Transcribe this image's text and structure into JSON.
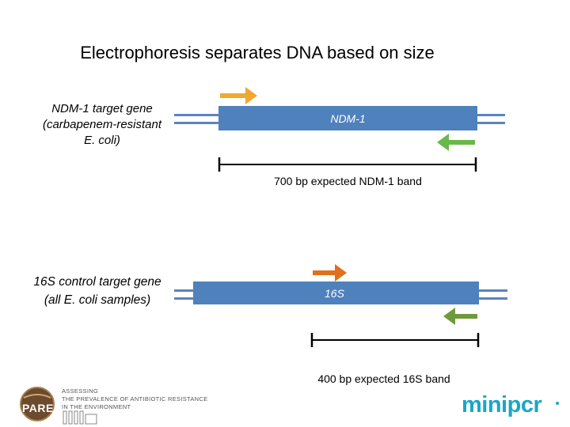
{
  "title": "Electrophoresis separates DNA based on size",
  "ndm": {
    "label_lines": [
      "NDM-1 target gene",
      "(carbapenem-resistant",
      "E. coli)"
    ],
    "gene_name": "NDM-1",
    "band_label": "700 bp expected NDM-1 band"
  },
  "s16": {
    "label_lines": [
      "16S control target gene",
      "(all E. coli samples)"
    ],
    "gene_name": "16S",
    "band_label": "400 bp expected 16S band"
  },
  "logos": {
    "pare_word": "PARE",
    "pare_text": [
      "ASSESSING",
      "THE PREVALENCE OF ANTIBIOTIC RESISTANCE",
      "IN THE ENVIRONMENT"
    ],
    "minipcr": "minipcr"
  },
  "colors": {
    "gene_box": "#4f81bd",
    "dna_line": "#5b84bf",
    "forward_primer_ndm": "#f0a830",
    "forward_primer_16s": "#e0701c",
    "reverse_primer_ndm": "#6ab84a",
    "reverse_primer_16s": "#6f9a3b",
    "minipcr_brand": "#1aa6c9"
  }
}
